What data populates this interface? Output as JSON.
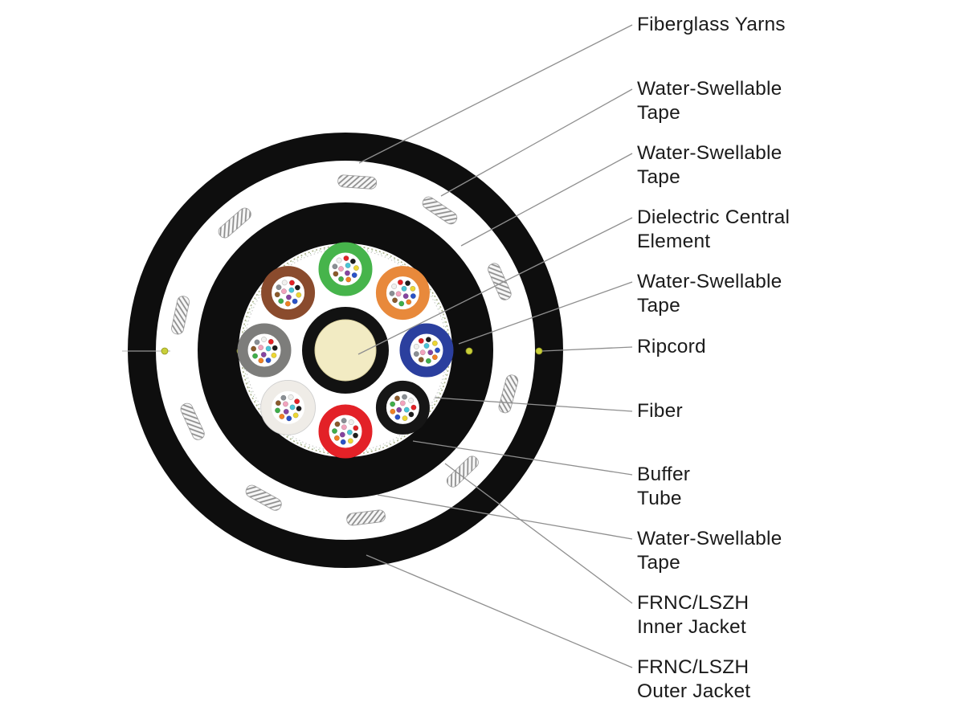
{
  "title": "Fiber optic cable cross-section diagram",
  "labels": [
    {
      "text": "Fiberglass Yarns"
    },
    {
      "text": "Water-Swellable\nTape"
    },
    {
      "text": "Water-Swellable\nTape"
    },
    {
      "text": "Dielectric Central\nElement"
    },
    {
      "text": "Water-Swellable\nTape"
    },
    {
      "text": "Ripcord"
    },
    {
      "text": "Fiber"
    },
    {
      "text": "Buffer\nTube"
    },
    {
      "text": "Water-Swellable\nTape"
    },
    {
      "text": "FRNC/LSZH\nInner Jacket"
    },
    {
      "text": "FRNC/LSZH\nOuter Jacket"
    }
  ],
  "colors": {
    "jacket": "#0e0e0e",
    "tape": "#ffffff",
    "leader_line": "#8f8f8f",
    "label_text": "#1b1b1b",
    "central_element_outer": "#121212",
    "central_element_core": "#f2ebc3",
    "ripcord": "#c9cf3a",
    "yarn_stripe": "#8a8a8a",
    "background": "#ffffff"
  },
  "cable": {
    "buffer_tubes": [
      {
        "name": "blue",
        "color": "#2b3f9e"
      },
      {
        "name": "orange",
        "color": "#e8893b"
      },
      {
        "name": "green",
        "color": "#46b44b"
      },
      {
        "name": "brown",
        "color": "#8a4b2d"
      },
      {
        "name": "slate",
        "color": "#7d7d7b"
      },
      {
        "name": "white",
        "color": "#efece7"
      },
      {
        "name": "red",
        "color": "#e32127"
      },
      {
        "name": "black",
        "color": "#161616"
      }
    ],
    "fiber_colors": [
      "#2a52c8",
      "#ef8023",
      "#3fae49",
      "#8a5a2b",
      "#8a8f94",
      "#f0f0ee",
      "#e32226",
      "#1d1d1d",
      "#ecd633",
      "#8644a0",
      "#f2a3bd",
      "#49c5d6"
    ]
  }
}
